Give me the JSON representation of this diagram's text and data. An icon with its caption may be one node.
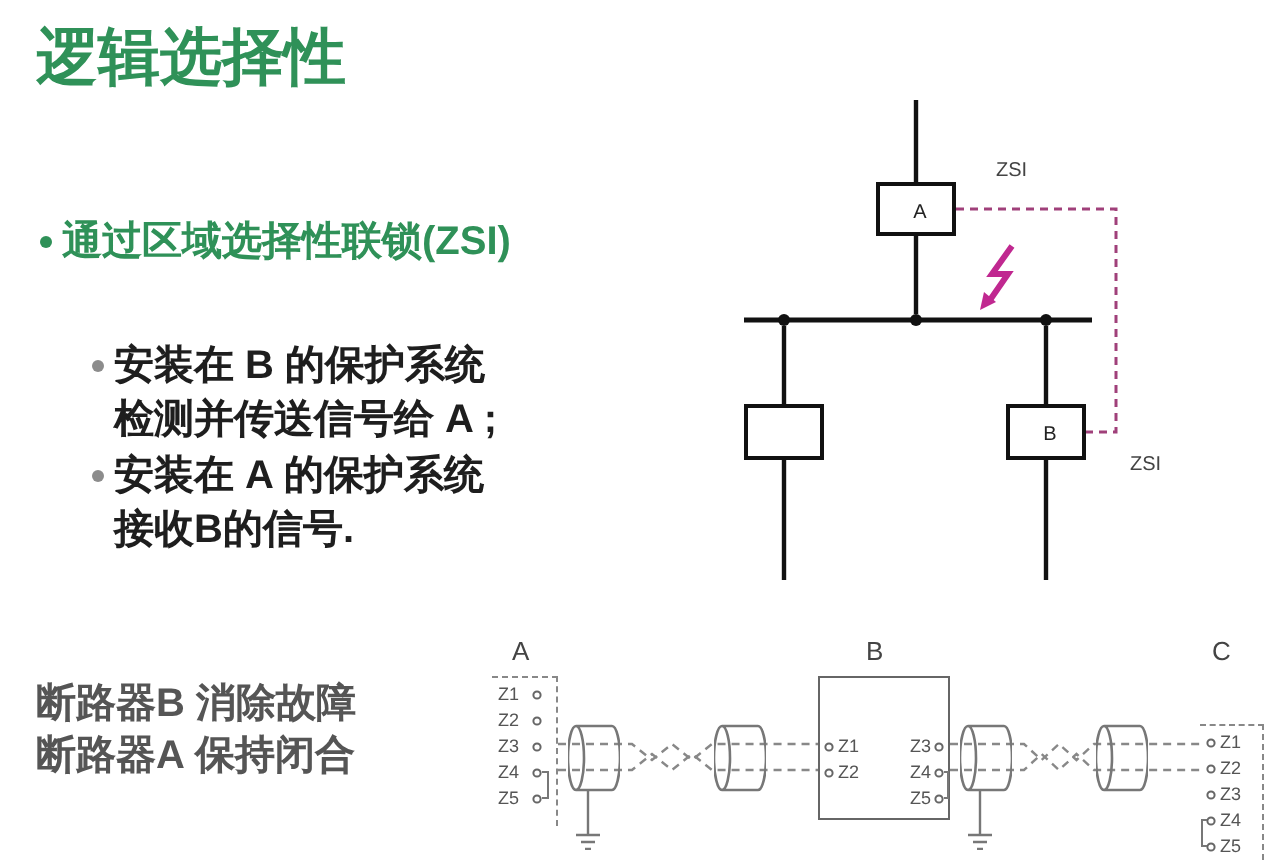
{
  "diagram": {
    "title": "逻辑选择性",
    "nodes": [
      {
        "text": [
          "A"
        ]
      },
      {
        "text": [],
        "shape": "bar"
      },
      {
        "text": [],
        "shape": "box"
      },
      {
        "text": [
          "B"
        ]
      },
      {
        "text": [
          "A",
          "Z1",
          "Z2",
          "Z3",
          "Z4",
          "Z5"
        ]
      },
      {
        "text": [
          "B",
          "Z1",
          "Z2",
          "Z3",
          "Z4",
          "Z5"
        ]
      },
      {
        "text": [
          "C",
          "Z1",
          "Z2",
          "Z3",
          "Z4",
          "Z5"
        ]
      }
    ],
    "edges": [
      {
        "from": null,
        "to": 0,
        "arrow": "none"
      },
      {
        "from": 0,
        "to": 1,
        "arrow": "none"
      },
      {
        "from": 1,
        "to": 2,
        "arrow": "none"
      },
      {
        "from": 1,
        "to": 3,
        "arrow": "none"
      },
      {
        "from": 2,
        "to": null,
        "arrow": "none"
      },
      {
        "from": 3,
        "to": null,
        "arrow": "none"
      },
      {
        "from": 0,
        "to": 3,
        "arrow": "none",
        "style": "dashed",
        "color": "#a0407a"
      },
      {
        "from": 4,
        "to": 5,
        "arrow": "none",
        "style": "dashed",
        "color": "#888888"
      },
      {
        "from": 4,
        "to": 5,
        "arrow": "none",
        "style": "dashed",
        "color": "#888888"
      },
      {
        "from": 5,
        "to": 6,
        "arrow": "none",
        "style": "dashed",
        "color": "#888888"
      },
      {
        "from": 5,
        "to": 6,
        "arrow": "none",
        "style": "dashed",
        "color": "#888888"
      }
    ],
    "labels": [
      "通过区域选择性联锁(ZSI)",
      "安装在 B 的保护系统检测并传送信号给 A ;",
      "安装在 A 的保护系统接收B的信号.",
      "ZSI",
      "ZSI",
      "断路器B 消除故障",
      "断路器A 保持闭合"
    ]
  }
}
